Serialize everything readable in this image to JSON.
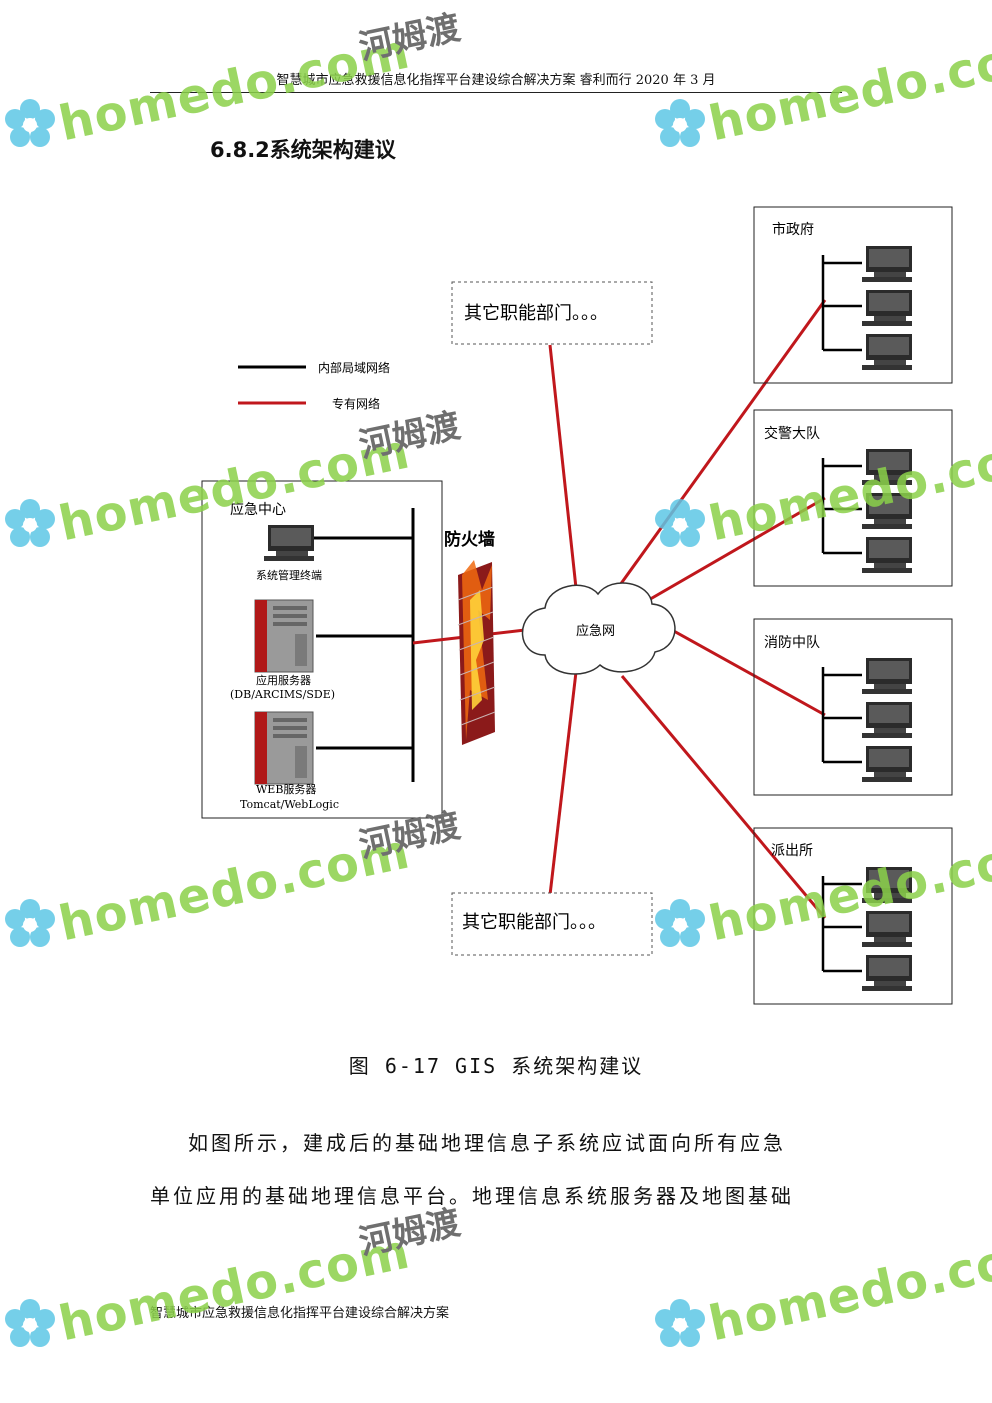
{
  "header": {
    "text": "智慧城市应急救援信息化指挥平台建设综合解决方案 睿利而行 2020 年 3 月"
  },
  "section": {
    "title": "6.8.2系统架构建议"
  },
  "diagram": {
    "legend": {
      "internal": "内部局域网络",
      "private": "专有网络"
    },
    "center": {
      "title": "应急中心",
      "terminal": "系统管理终端",
      "app_server": "应用服务器",
      "app_server_sub": "(DB/ARCIMS/SDE)",
      "web_server": "WEB服务器",
      "web_server_sub": "Tomcat/WebLogic"
    },
    "firewall": "防火墙",
    "cloud": "应急网",
    "other_top": "其它职能部门。。。",
    "other_bottom": "其它职能部门。。。",
    "depts": [
      "市政府",
      "交警大队",
      "消防中队",
      "派出所"
    ],
    "colors": {
      "private_line": "#c0171c",
      "internal_line": "#000000"
    }
  },
  "caption": "图 6-17 GIS 系统架构建议",
  "paragraph": {
    "line1": "如图所示，建成后的基础地理信息子系统应试面向所有应急",
    "line2": "单位应用的基础地理信息平台。地理信息系统服务器及地图基础"
  },
  "footer": {
    "text": "智慧城市应急救援信息化指挥平台建设综合解决方案"
  },
  "watermark": {
    "brand": "homedo.com",
    "cn": "河姆渡"
  }
}
